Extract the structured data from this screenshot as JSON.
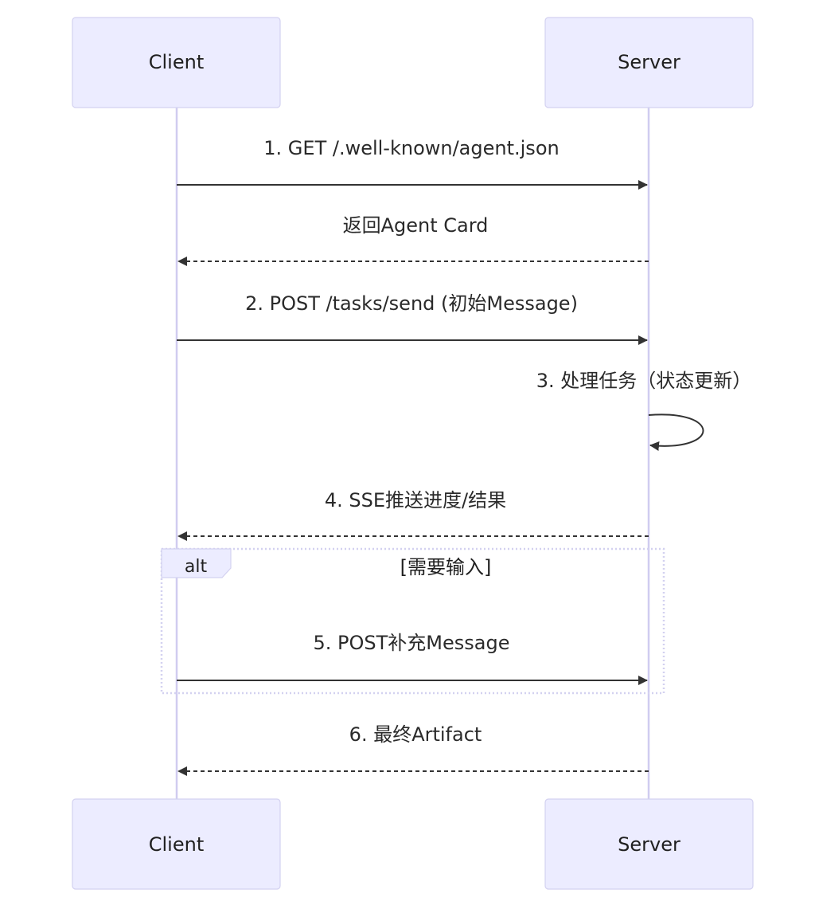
{
  "participants": {
    "client": "Client",
    "server": "Server"
  },
  "messages": [
    {
      "text": "1. GET /.well-known/agent.json",
      "from": "client",
      "to": "server",
      "style": "solid"
    },
    {
      "text": "返回Agent Card",
      "from": "server",
      "to": "client",
      "style": "dashed"
    },
    {
      "text": "2. POST /tasks/send (初始Message)",
      "from": "client",
      "to": "server",
      "style": "solid"
    },
    {
      "text": "3. 处理任务（状态更新）",
      "from": "server",
      "to": "server",
      "style": "solid"
    },
    {
      "text": "4. SSE推送进度/结果",
      "from": "server",
      "to": "client",
      "style": "dashed"
    },
    {
      "text": "5. POST补充Message",
      "from": "client",
      "to": "server",
      "style": "solid"
    },
    {
      "text": "6. 最终Artifact",
      "from": "server",
      "to": "client",
      "style": "dashed"
    }
  ],
  "alt_block": {
    "label": "alt",
    "condition": "[需要输入]"
  },
  "colors": {
    "actor_fill": "#ECECFF",
    "actor_border": "#D3D1F0",
    "lifeline": "#D0CCF0",
    "arrow": "#333333"
  }
}
